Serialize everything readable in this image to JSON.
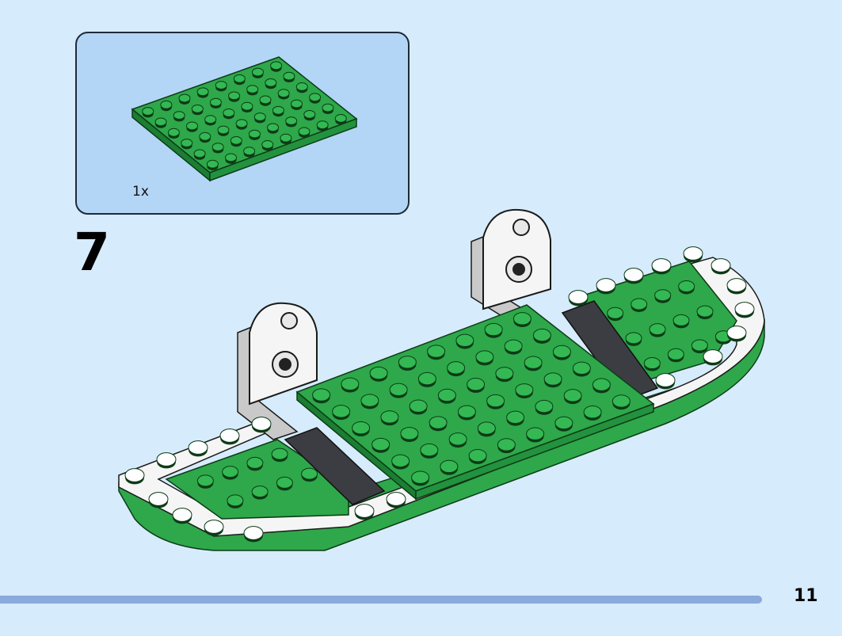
{
  "step": {
    "number": "7"
  },
  "parts_callout": {
    "items": [
      {
        "icon": "green-plate-6x8-icon",
        "quantity": "1x"
      }
    ]
  },
  "page": {
    "number": "11"
  },
  "progress": {
    "fraction": 0.905
  },
  "colors": {
    "background": "#d6ebfb",
    "callout_background": "#b3d6f6",
    "plate_green": "#2ea84a",
    "plate_green_dark": "#1b7e33",
    "white_brick": "#f5f5f5",
    "dark_bluish_gray": "#3b3d42",
    "light_gray": "#c9c9c9",
    "progress_bar": "#8aa9dc"
  }
}
